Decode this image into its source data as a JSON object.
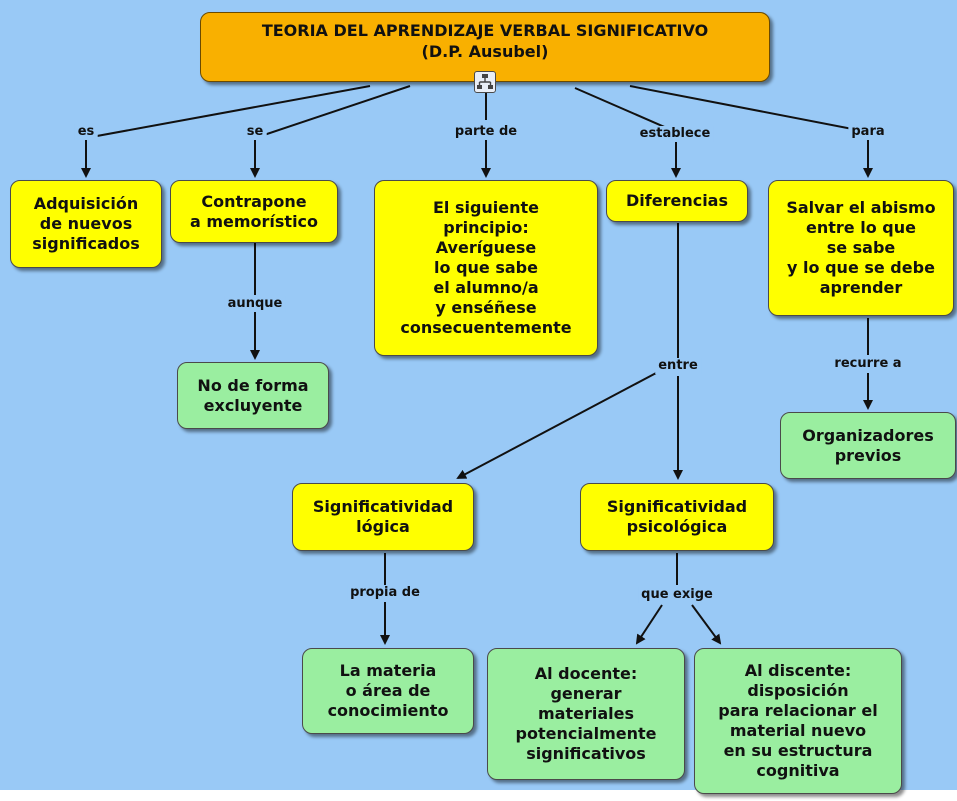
{
  "nodes": {
    "root": "TEORIA DEL APRENDIZAJE VERBAL SIGNIFICATIVO\n(D.P. Ausubel)",
    "adquisicion": "Adquisición\nde nuevos\nsignificados",
    "contrapone": "Contrapone\na memorístico",
    "principio": "El siguiente\nprincipio:\nAveríguese\nlo que sabe\nel alumno/a\ny enséñese\nconsecuentemente",
    "diferencias": "Diferencias",
    "salvar": "Salvar el abismo\nentre lo que\nse sabe\ny lo que se debe\naprender",
    "no_forma": "No de forma\nexcluyente",
    "organizadores": "Organizadores\nprevios",
    "sig_logica": "Significatividad\nlógica",
    "sig_psicologica": "Significatividad\npsicológica",
    "materia": "La materia\no área de\nconocimiento",
    "docente": "Al docente:\ngenerar\nmateriales\npotencialmente\nsignificativos",
    "discente": "Al discente:\ndisposición\npara relacionar el\nmaterial nuevo\nen su estructura\ncognitiva"
  },
  "links": {
    "es": "es",
    "se": "se",
    "parte_de": "parte de",
    "establece": "establece",
    "para": "para",
    "aunque": "aunque",
    "entre": "entre",
    "recurre_a": "recurre a",
    "propia_de": "propia de",
    "que_exige": "que exige"
  },
  "icons": {
    "root": "concept-map-icon"
  },
  "colors": {
    "background": "#99c9f6",
    "root_fill": "#f9b000",
    "concept_fill": "#ffff00",
    "leaf_fill": "#9aeea0"
  }
}
